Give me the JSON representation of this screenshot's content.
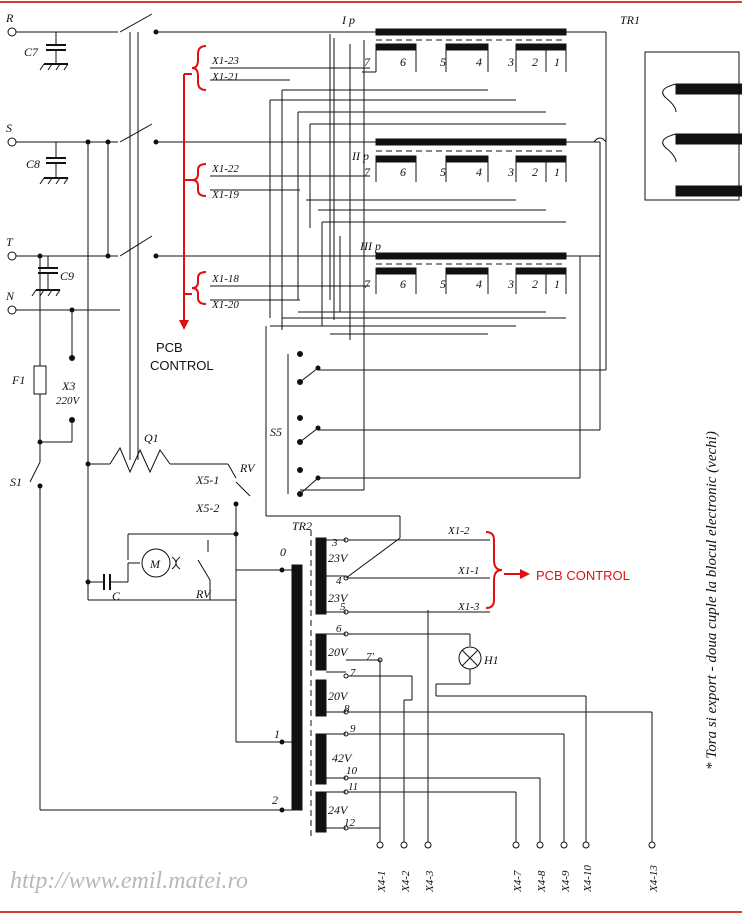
{
  "terminals": {
    "R": "R",
    "S": "S",
    "T": "T",
    "N": "N"
  },
  "caps": {
    "c7": "C7",
    "c8": "C8",
    "c9": "C9",
    "c": "C"
  },
  "fuse": "F1",
  "plug": {
    "name": "X3",
    "voltage": "220V"
  },
  "switches": {
    "s1": "S1",
    "s5": "S5",
    "rv1": "RV",
    "rv2": "RV"
  },
  "q1": "Q1",
  "connectors": {
    "x51": "X5-1",
    "x52": "X5-2"
  },
  "motor": "M",
  "lamp": "H1",
  "tr1": {
    "name": "TR1",
    "phases": [
      "I p",
      "II p",
      "III p"
    ],
    "taps": [
      "7",
      "6",
      "5",
      "4",
      "3",
      "2",
      "1"
    ]
  },
  "pcb_top": {
    "groups": [
      [
        "X1-23",
        "X1-21"
      ],
      [
        "X1-22",
        "X1-19"
      ],
      [
        "X1-18",
        "X1-20"
      ]
    ],
    "label_line1": "PCB",
    "label_line2": "CONTROL"
  },
  "tr2": {
    "name": "TR2",
    "primary_taps": [
      "0",
      "1",
      "2"
    ],
    "secondary_taps": [
      "3",
      "4",
      "5",
      "6",
      "7'",
      "7",
      "8",
      "9",
      "10",
      "11",
      "12"
    ],
    "voltages": [
      "23V",
      "23V",
      "20V",
      "20V",
      "42V",
      "24V"
    ],
    "x1_outputs": [
      "X1-2",
      "X1-1",
      "X1-3"
    ],
    "pcb_label": "PCB CONTROL"
  },
  "x4_terminals": [
    "X4-1",
    "X4-2",
    "X4-3",
    "X4-7",
    "X4-8",
    "X4-9",
    "X4-10",
    "X4-13"
  ],
  "side_note": "* Tora si export - doua cuple la blocul electronic (vechi)",
  "watermark": "http://www.emil.matei.ro",
  "colors": {
    "ink": "#111111",
    "accent": "#e01010",
    "border": "#d83a3a",
    "watermark": "#b8b8b8"
  }
}
